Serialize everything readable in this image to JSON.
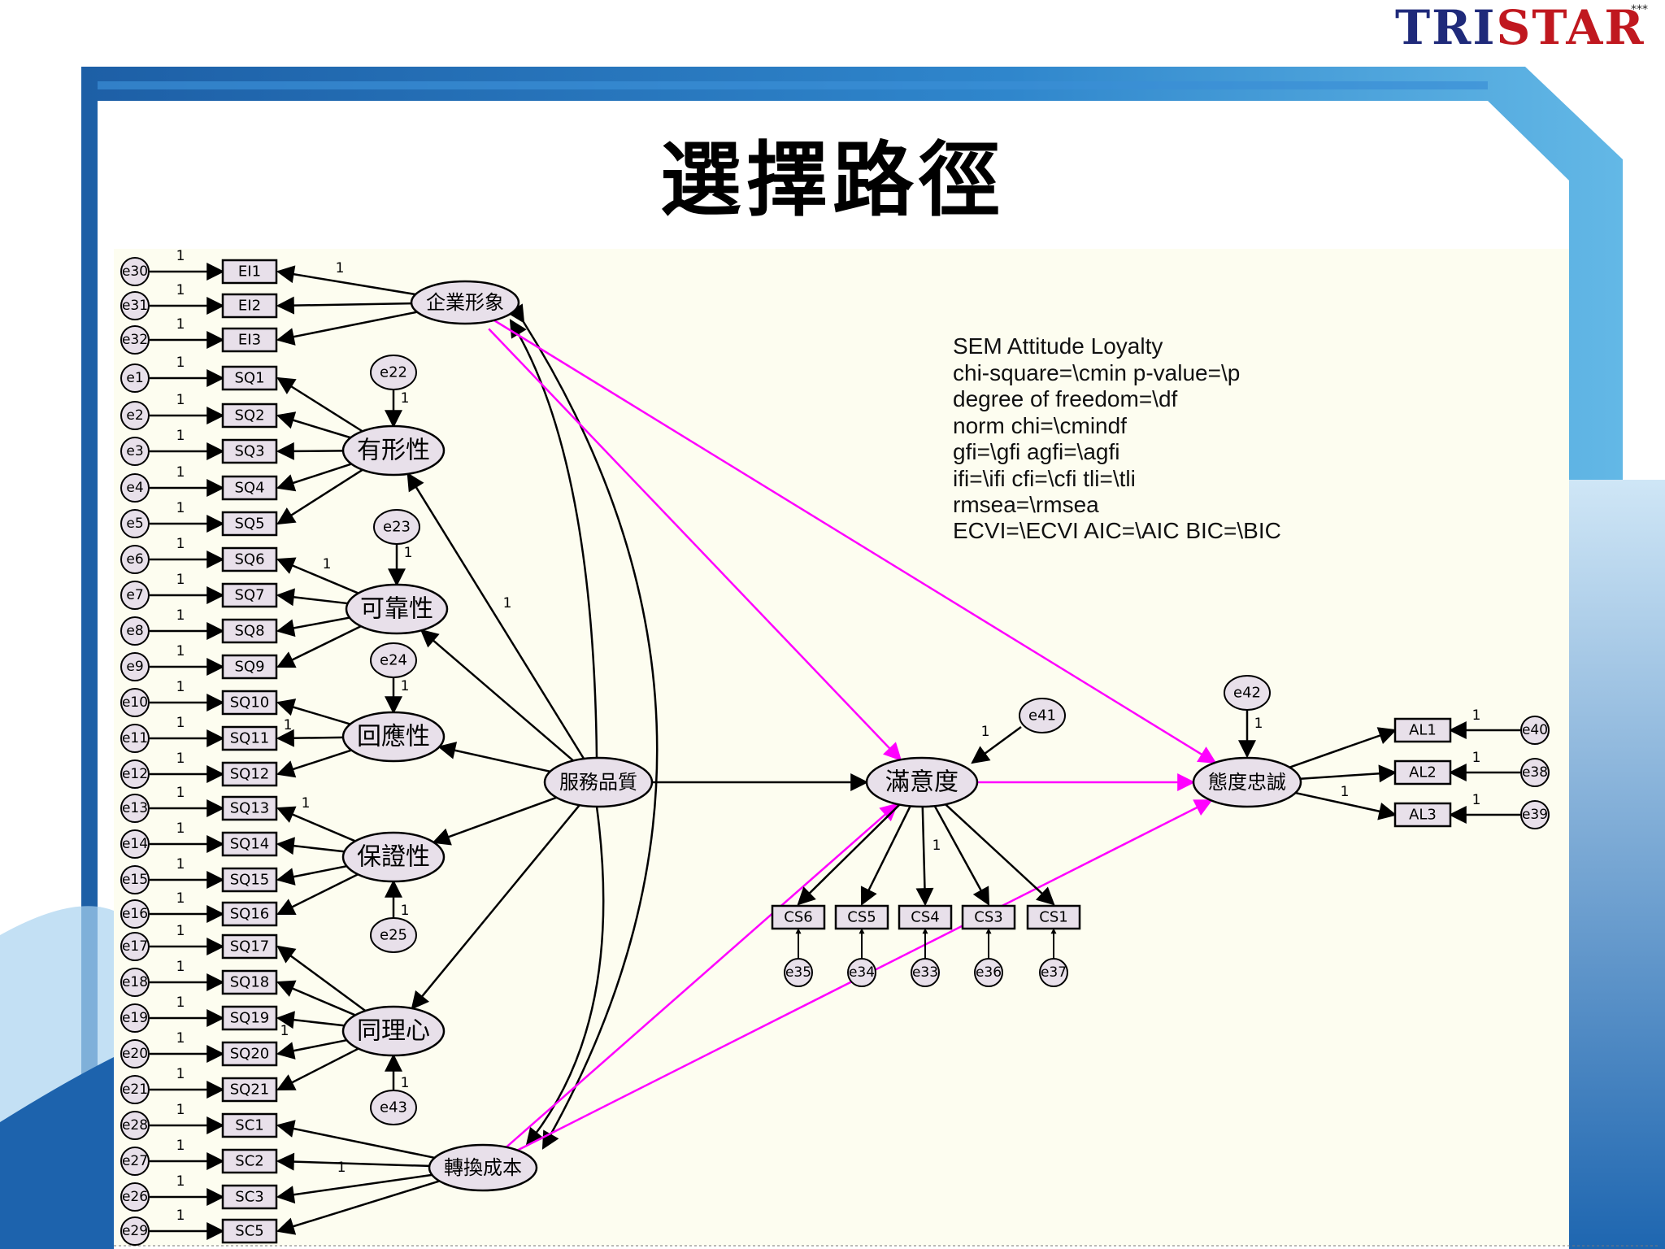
{
  "logo": {
    "text_a": "TRI",
    "text_b": "STAR",
    "stars": "***"
  },
  "slide": {
    "title": "選擇路徑"
  },
  "colors": {
    "structural_path": "#ff00ff",
    "arrow": "#000000",
    "node_fill": "#e8e0ea",
    "canvas": "#fdfdf0",
    "frame_dark": "#1d5fa6",
    "frame_light": "#63b8e6"
  },
  "model_notes": [
    "SEM Attitude Loyalty",
    "chi-square=\\cmin p-value=\\p",
    "degree of freedom=\\df",
    "norm chi=\\cmindf",
    "gfi=\\gfi  agfi=\\agfi",
    "ifi=\\ifi cfi=\\cfi tli=\\tli",
    "rmsea=\\rmsea",
    "ECVI=\\ECVI  AIC=\\AIC BIC=\\BIC"
  ],
  "latents": {
    "ei": "企業形象",
    "tang": "有形性",
    "rel": "可靠性",
    "resp": "回應性",
    "sq": "服務品質",
    "assur": "保證性",
    "emp": "同理心",
    "sc": "轉換成本",
    "cs": "滿意度",
    "al": "態度忠誠"
  },
  "left_indicators": [
    "EI1",
    "EI2",
    "EI3",
    "SQ1",
    "SQ2",
    "SQ3",
    "SQ4",
    "SQ5",
    "SQ6",
    "SQ7",
    "SQ8",
    "SQ9",
    "SQ10",
    "SQ11",
    "SQ12",
    "SQ13",
    "SQ14",
    "SQ15",
    "SQ16",
    "SQ17",
    "SQ18",
    "SQ19",
    "SQ20",
    "SQ21",
    "SC1",
    "SC2",
    "SC3",
    "SC5"
  ],
  "left_errors": [
    "e30",
    "e31",
    "e32",
    "e1",
    "e2",
    "e3",
    "e4",
    "e5",
    "e6",
    "e7",
    "e8",
    "e9",
    "e10",
    "e11",
    "e12",
    "e13",
    "e14",
    "e15",
    "e16",
    "e17",
    "e18",
    "e19",
    "e20",
    "e21",
    "e28",
    "e27",
    "e26",
    "e29"
  ],
  "cs_indicators": [
    "CS6",
    "CS5",
    "CS4",
    "CS3",
    "CS1"
  ],
  "cs_errors": [
    "e35",
    "e34",
    "e33",
    "e36",
    "e37"
  ],
  "al_indicators": [
    "AL1",
    "AL2",
    "AL3"
  ],
  "al_errors": [
    "e40",
    "e38",
    "e39"
  ],
  "disturbances": {
    "tang": "e22",
    "rel": "e23",
    "resp": "e24",
    "assur": "e25",
    "emp": "e43",
    "cs": "e41",
    "al": "e42"
  },
  "fixed_loading": "1"
}
